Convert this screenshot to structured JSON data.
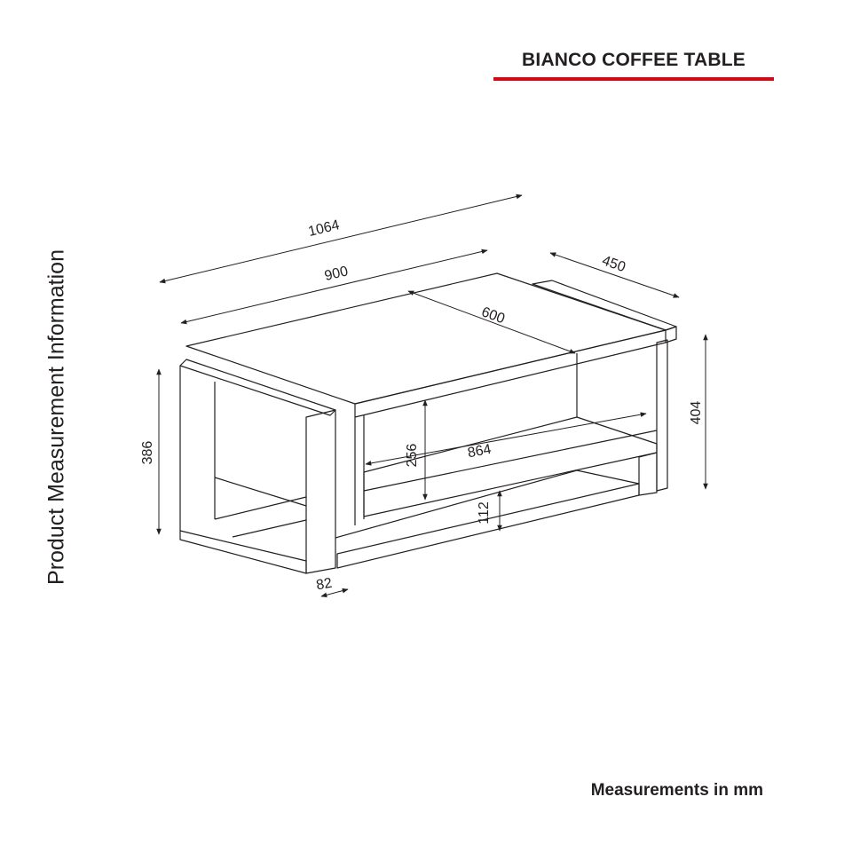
{
  "header": {
    "title": "BIANCO COFFEE TABLE",
    "accent_color": "#e3000f"
  },
  "side_label": "Product Measurement Information",
  "footer": {
    "units_note": "Measurements in mm"
  },
  "dimensions": {
    "overall_length": "1064",
    "top_length": "900",
    "depth": "450",
    "top_panel_length": "600",
    "overall_height": "404",
    "frame_height": "386",
    "shelf_opening": "256",
    "shelf_length": "864",
    "bottom_clearance": "112",
    "leg_width": "82"
  }
}
